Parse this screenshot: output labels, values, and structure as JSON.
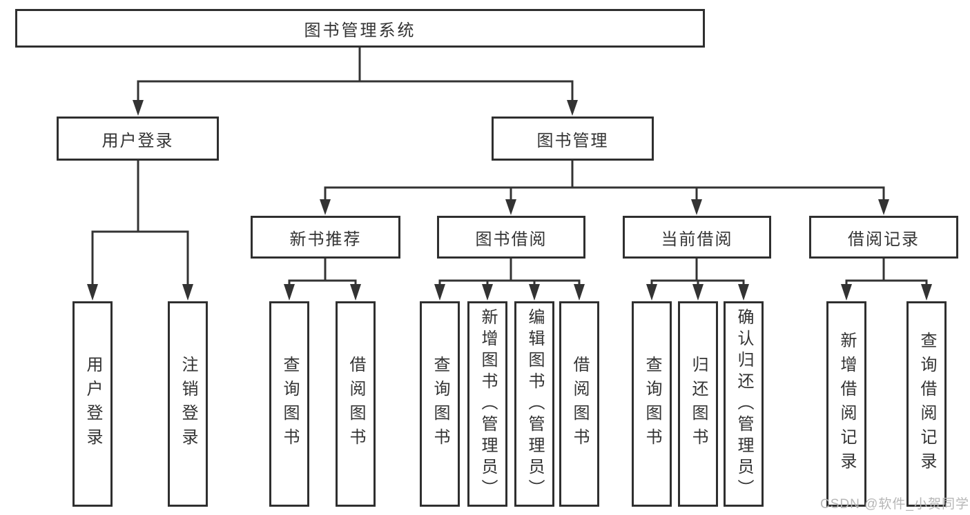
{
  "colors": {
    "background": "#ffffff",
    "border": "#2f2f2f",
    "text": "#333333",
    "line": "#333333",
    "watermark": "#b6b6b6"
  },
  "watermark": {
    "text": "CSDN @软件_小贺同学"
  },
  "nodes": {
    "root": {
      "label": "图书管理系统"
    },
    "level2": [
      {
        "label": "用户登录"
      },
      {
        "label": "图书管理"
      }
    ],
    "level3": [
      {
        "label": "新书推荐",
        "parent": "图书管理"
      },
      {
        "label": "图书借阅",
        "parent": "图书管理"
      },
      {
        "label": "当前借阅",
        "parent": "图书管理"
      },
      {
        "label": "借阅记录",
        "parent": "图书管理"
      }
    ],
    "leaves": [
      {
        "label": "用户登录",
        "parent": "用户登录"
      },
      {
        "label": "注销登录",
        "parent": "用户登录"
      },
      {
        "label": "查询图书",
        "parent": "新书推荐"
      },
      {
        "label": "借阅图书",
        "parent": "新书推荐"
      },
      {
        "label": "查询图书",
        "parent": "图书借阅"
      },
      {
        "label": "新增图书（管理员）",
        "parent": "图书借阅"
      },
      {
        "label": "编辑图书（管理员）",
        "parent": "图书借阅"
      },
      {
        "label": "借阅图书",
        "parent": "图书借阅"
      },
      {
        "label": "查询图书",
        "parent": "当前借阅"
      },
      {
        "label": "归还图书",
        "parent": "当前借阅"
      },
      {
        "label": "确认归还（管理员）",
        "parent": "当前借阅"
      },
      {
        "label": "新增借阅记录",
        "parent": "借阅记录"
      },
      {
        "label": "查询借阅记录",
        "parent": "借阅记录"
      }
    ]
  }
}
